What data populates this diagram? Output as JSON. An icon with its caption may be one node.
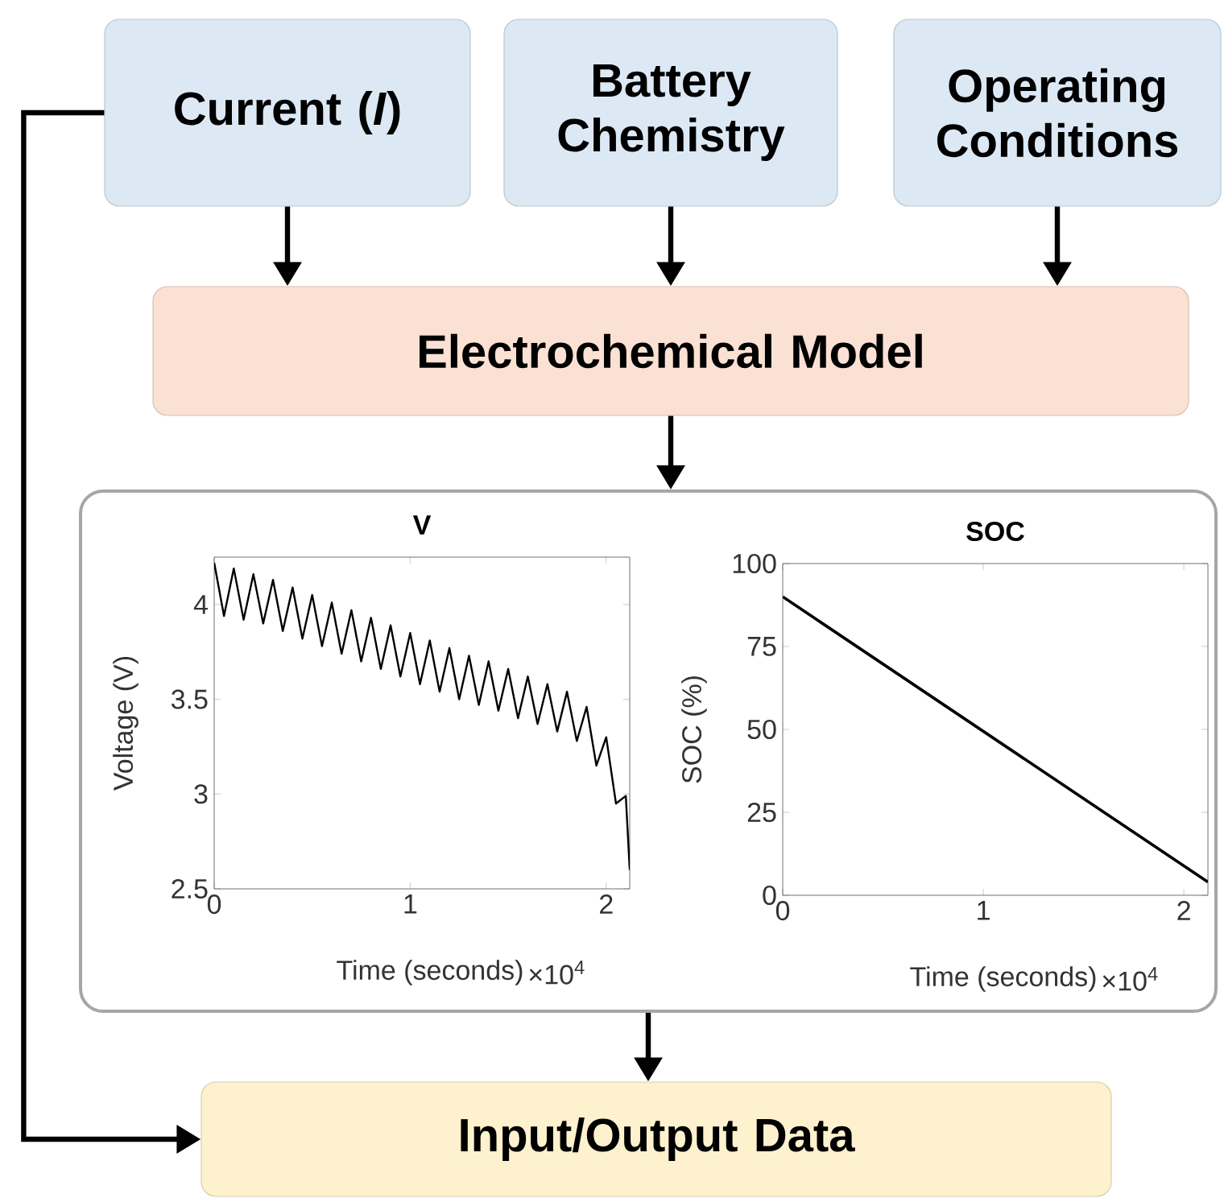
{
  "diagram": {
    "nodes": [
      {
        "text": [
          "Current (*I*)"
        ]
      },
      {
        "text": [
          "Battery Chemistry"
        ]
      },
      {
        "text": [
          "Operating Conditions"
        ]
      },
      {
        "text": [
          "Electrochemical Model"
        ]
      },
      {
        "text": [],
        "shape": "box"
      },
      {
        "text": [
          "Input/Output Data"
        ]
      }
    ],
    "edges": [
      {
        "from": 0,
        "to": 3,
        "arrow": "to"
      },
      {
        "from": 1,
        "to": 3,
        "arrow": "to"
      },
      {
        "from": 2,
        "to": 3,
        "arrow": "to"
      },
      {
        "from": 3,
        "to": 4,
        "arrow": "to"
      },
      {
        "from": 4,
        "to": 5,
        "arrow": "to"
      },
      {
        "from": 0,
        "to": 5,
        "arrow": "to"
      }
    ],
    "chart_data": [
      {
        "type": "line",
        "title": "V",
        "xlabel": "Time (seconds)",
        "ylabel": "Voltage (V)",
        "x": [
          0,
          0.05,
          0.1,
          0.15,
          0.2,
          0.25,
          0.3,
          0.35,
          0.4,
          0.45,
          0.5,
          0.55,
          0.6,
          0.65,
          0.7,
          0.75,
          0.8,
          0.85,
          0.9,
          0.95,
          1.0,
          1.05,
          1.1,
          1.15,
          1.2,
          1.25,
          1.3,
          1.35,
          1.4,
          1.45,
          1.5,
          1.55,
          1.6,
          1.65,
          1.7,
          1.75,
          1.8,
          1.85,
          1.9,
          1.95,
          2.0,
          2.05,
          2.1,
          2.12
        ],
        "series": [
          {
            "values": [
              4.22,
              3.94,
              4.19,
              3.92,
              4.16,
              3.9,
              4.13,
              3.86,
              4.09,
              3.82,
              4.05,
              3.78,
              4.01,
              3.74,
              3.97,
              3.7,
              3.93,
              3.66,
              3.89,
              3.62,
              3.85,
              3.58,
              3.81,
              3.54,
              3.77,
              3.5,
              3.73,
              3.47,
              3.7,
              3.44,
              3.66,
              3.4,
              3.62,
              3.37,
              3.58,
              3.33,
              3.54,
              3.28,
              3.46,
              3.15,
              3.3,
              2.95,
              2.99,
              2.6
            ]
          }
        ],
        "xlim": [
          0,
          2.12
        ],
        "ylim": [
          2.5,
          4.25
        ],
        "xticks": [
          0,
          1,
          2
        ],
        "yticks": [
          2.5,
          3,
          3.5,
          4
        ],
        "annotations": [
          "×10$^{4}$"
        ]
      },
      {
        "type": "line",
        "title": "SOC",
        "xlabel": "Time (seconds)",
        "ylabel": "SOC (%)",
        "x": [
          0,
          2.12
        ],
        "series": [
          {
            "values": [
              90,
              4
            ]
          }
        ],
        "xlim": [
          0,
          2.12
        ],
        "ylim": [
          0,
          100
        ],
        "xticks": [
          0,
          1,
          2
        ],
        "yticks": [
          0,
          25,
          50,
          75,
          100
        ],
        "annotations": [
          "×10$^{4}$"
        ]
      }
    ]
  }
}
